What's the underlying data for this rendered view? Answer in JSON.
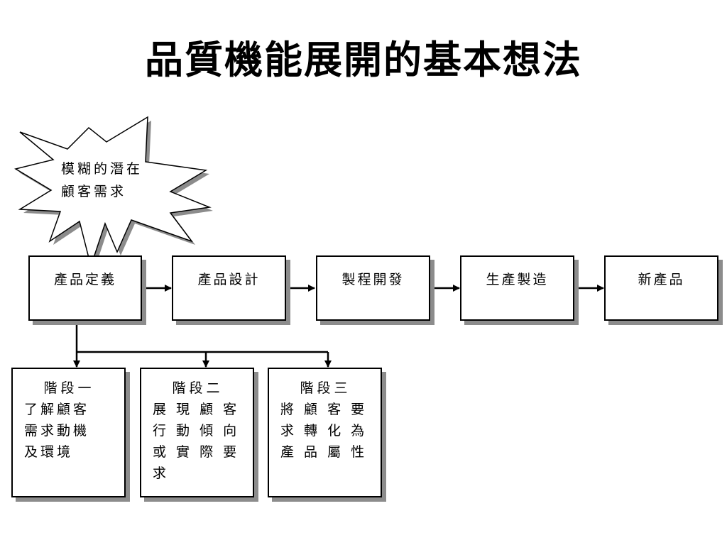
{
  "title": "品質機能展開的基本想法",
  "starburst": {
    "text": "模糊的潛在\n顧客需求"
  },
  "process_steps": [
    {
      "label": "產品定義"
    },
    {
      "label": "產品設計"
    },
    {
      "label": "製程開發"
    },
    {
      "label": "生產製造"
    },
    {
      "label": "新產品"
    }
  ],
  "stages": [
    {
      "title": "階段一",
      "desc": "了解顧客\n需求動機\n及環境"
    },
    {
      "title": "階段二",
      "desc": "展 現 顧 客\n行 動 傾 向\n或 實 際 要\n求"
    },
    {
      "title": "階段三",
      "desc": "將 顧 客 要\n求 轉 化 為\n產 品 屬 性"
    }
  ]
}
